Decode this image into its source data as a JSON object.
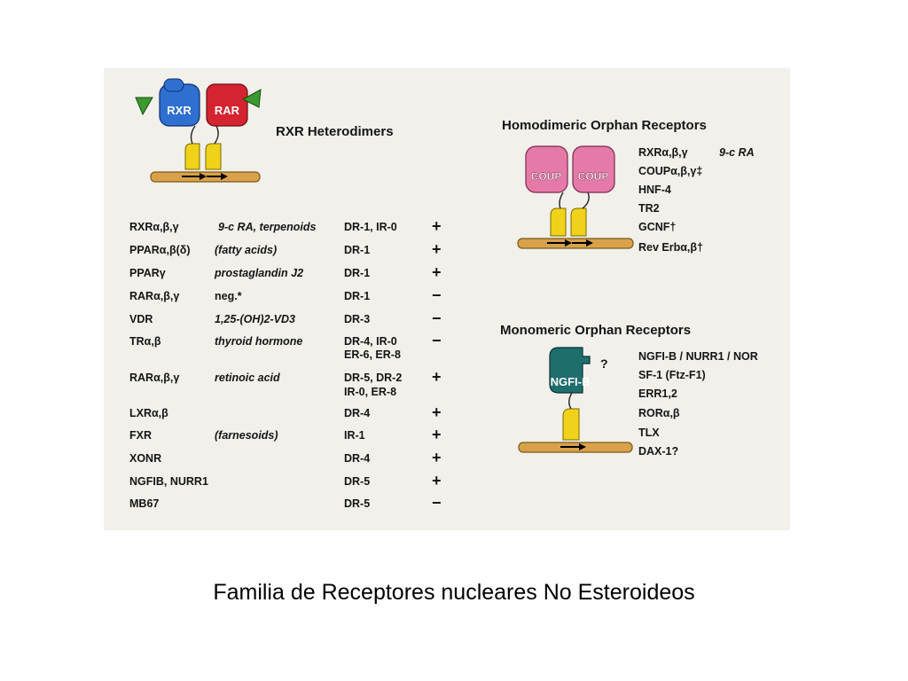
{
  "heterodimers": {
    "title": "RXR Heterodimers",
    "box_left": "RXR",
    "box_right": "RAR",
    "rows": [
      {
        "receptor": "RXRα,β,γ",
        "ligand": "9-c RA, terpenoids",
        "element": "DR-1, IR-0",
        "sign": "+"
      },
      {
        "receptor": "PPARα,β(δ)",
        "ligand": "(fatty acids)",
        "element": "DR-1",
        "sign": "+"
      },
      {
        "receptor": "PPARγ",
        "ligand": "prostaglandin J2",
        "element": "DR-1",
        "sign": "+"
      },
      {
        "receptor": "RARα,β,γ",
        "ligand": "neg.*",
        "element": "DR-1",
        "sign": "−"
      },
      {
        "receptor": "VDR",
        "ligand": "1,25-(OH)2-VD3",
        "element": "DR-3",
        "sign": "−"
      },
      {
        "receptor": "TRα,β",
        "ligand": "thyroid hormone",
        "element": "DR-4, IR-0",
        "element2": "ER-6, ER-8",
        "sign": "−"
      },
      {
        "receptor": "RARα,β,γ",
        "ligand": "retinoic acid",
        "element": "DR-5, DR-2",
        "element2": "IR-0, ER-8",
        "sign": "+"
      },
      {
        "receptor": "LXRα,β",
        "ligand": "",
        "element": "DR-4",
        "sign": "+"
      },
      {
        "receptor": "FXR",
        "ligand": "(farnesoids)",
        "element": "IR-1",
        "sign": "+"
      },
      {
        "receptor": "XONR",
        "ligand": "",
        "element": "DR-4",
        "sign": "+"
      },
      {
        "receptor": "NGFIB, NURR1",
        "ligand": "",
        "element": "DR-5",
        "sign": "+"
      },
      {
        "receptor": "MB67",
        "ligand": "",
        "element": "DR-5",
        "sign": "−"
      }
    ]
  },
  "homodimeric": {
    "title": "Homodimeric Orphan Receptors",
    "box_label": "COUP",
    "items": [
      "RXRα,β,γ",
      "COUPα,β,γ‡",
      "HNF-4",
      "TR2",
      "GCNF†",
      "Rev Erbα,β†"
    ],
    "ligand": "9-c RA"
  },
  "monomeric": {
    "title": "Monomeric Orphan Receptors",
    "box_label": "NGFI-B",
    "question": "?",
    "items": [
      "NGFI-B / NURR1 / NOR",
      "SF-1 (Ftz-F1)",
      "ERR1,2",
      "RORα,β",
      "TLX",
      "DAX-1?"
    ]
  },
  "colors": {
    "rxr": "#2f6fd0",
    "rar": "#d42430",
    "coup": "#e57aa8",
    "ngfib": "#1f6e6e",
    "dbd": "#f0d21a",
    "dna": "#d9a24a",
    "ligand": "#3a9a2f",
    "background": "#f1f0ea"
  },
  "caption": "Familia de Receptores nucleares No Esteroideos"
}
